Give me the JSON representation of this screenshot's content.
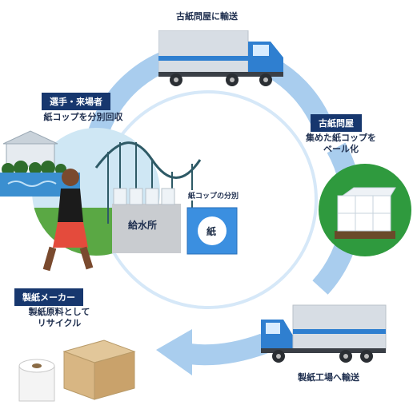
{
  "top_label": "古紙問屋に輸送",
  "stations": {
    "participants": {
      "badge": "選手・来場者",
      "desc": "紙コップを分別回収"
    },
    "wholesaler": {
      "badge": "古紙問屋",
      "desc_line1": "集めた紙コップを",
      "desc_line2": "ベール化"
    },
    "paper_maker": {
      "badge": "製紙メーカー",
      "desc_line1": "製紙原料として",
      "desc_line2": "リサイクル"
    }
  },
  "scene": {
    "water_station": "給水所",
    "cup_sorting": "紙コップの分別",
    "bin_symbol": "紙"
  },
  "bottom_label": "製紙工場へ輸送",
  "colors": {
    "arrow": "#a9cdee",
    "badge": "#17376e",
    "truck_blue": "#2f7fd0",
    "green": "#2f9a3e"
  }
}
